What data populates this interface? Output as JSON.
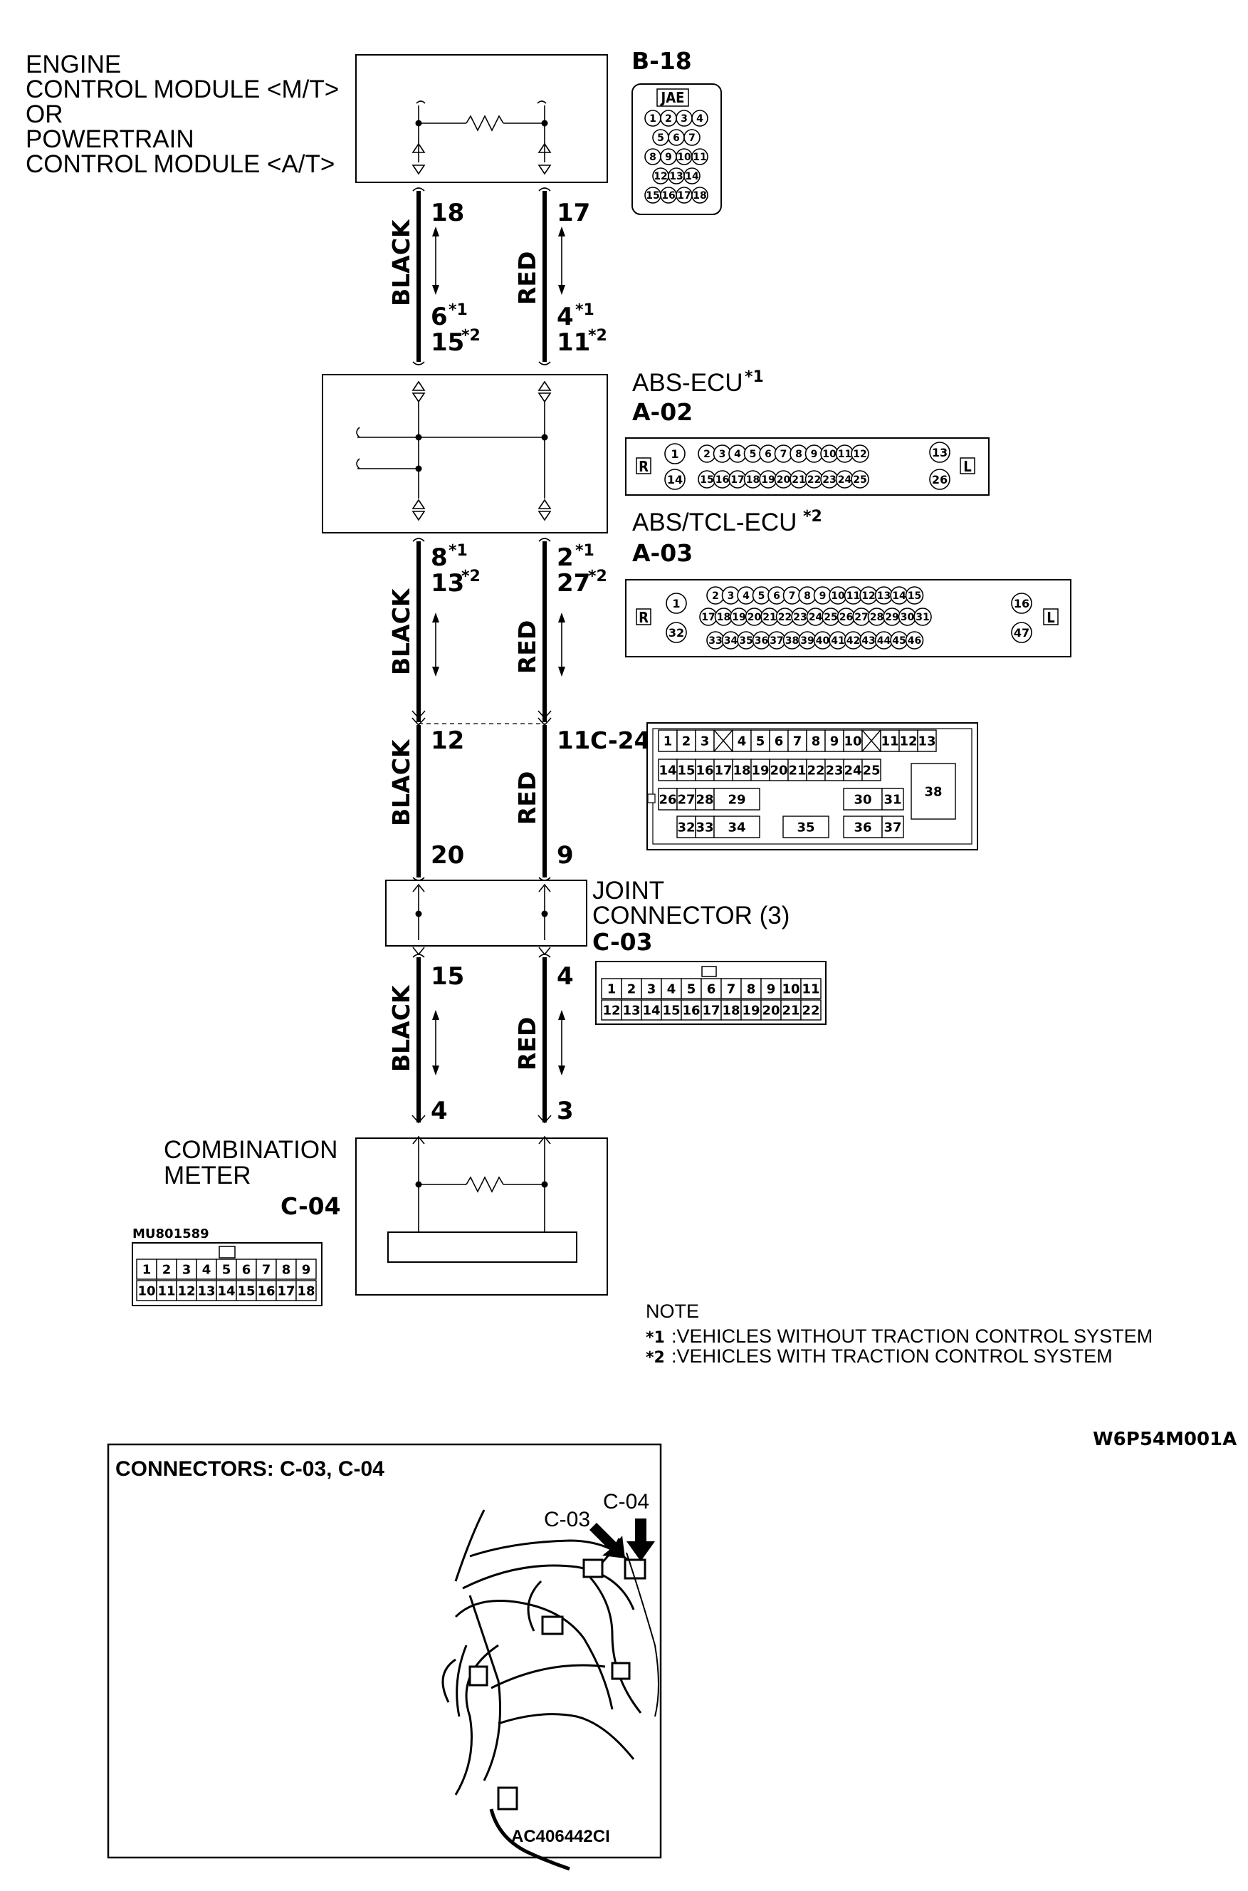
{
  "modules": {
    "ecm": {
      "label_lines": [
        "ENGINE",
        "CONTROL MODULE <M/T>",
        "OR",
        "POWERTRAIN",
        "CONTROL MODULE <A/T>"
      ],
      "connector": "B-18",
      "connector_brand": "JAE",
      "pin_rows": [
        [
          "1",
          "2",
          "3",
          "4"
        ],
        [
          "5",
          "6",
          "7"
        ],
        [
          "8",
          "9",
          "10",
          "11"
        ],
        [
          "12",
          "13",
          "14"
        ],
        [
          "15",
          "16",
          "17",
          "18"
        ]
      ]
    },
    "abs_ecu": {
      "label": "ABS-ECU",
      "label_note": "*1",
      "connector": "A-02",
      "pins_top": [
        "1",
        "2",
        "3",
        "4",
        "5",
        "6",
        "7",
        "8",
        "9",
        "10",
        "11",
        "12",
        "13"
      ],
      "pins_bottom": [
        "14",
        "15",
        "16",
        "17",
        "18",
        "19",
        "20",
        "21",
        "22",
        "23",
        "24",
        "25",
        "26"
      ],
      "marker_left": "R",
      "marker_right": "L"
    },
    "abs_tcl_ecu": {
      "label": "ABS/TCL-ECU",
      "label_note": "*2",
      "connector": "A-03",
      "pins_row1": [
        "2",
        "3",
        "4",
        "5",
        "6",
        "7",
        "8",
        "9",
        "10",
        "11",
        "12",
        "13",
        "14",
        "15"
      ],
      "pins_row2": [
        "17",
        "18",
        "19",
        "20",
        "21",
        "22",
        "23",
        "24",
        "25",
        "26",
        "27",
        "28",
        "29",
        "30",
        "31"
      ],
      "pins_row3": [
        "33",
        "34",
        "35",
        "36",
        "37",
        "38",
        "39",
        "40",
        "41",
        "42",
        "43",
        "44",
        "45",
        "46"
      ],
      "pins_left": [
        "1",
        "32"
      ],
      "pins_right": [
        "16",
        "47"
      ],
      "marker_left": "R",
      "marker_right": "L"
    },
    "c24": {
      "connector": "C-24",
      "row1": [
        "1",
        "2",
        "3",
        "4",
        "5",
        "6",
        "7",
        "8",
        "9",
        "10",
        "11",
        "12",
        "13"
      ],
      "row2": [
        "14",
        "15",
        "16",
        "17",
        "18",
        "19",
        "20",
        "21",
        "22",
        "23",
        "24",
        "25"
      ],
      "row3": [
        "26",
        "27",
        "28",
        "29",
        "30",
        "31"
      ],
      "row4": [
        "32",
        "33",
        "34",
        "35",
        "36",
        "37"
      ],
      "big_pin": "38"
    },
    "joint": {
      "label_lines": [
        "JOINT",
        "CONNECTOR (3)"
      ],
      "connector": "C-03",
      "row1": [
        "1",
        "2",
        "3",
        "4",
        "5",
        "6",
        "7",
        "8",
        "9",
        "10",
        "11"
      ],
      "row2": [
        "12",
        "13",
        "14",
        "15",
        "16",
        "17",
        "18",
        "19",
        "20",
        "21",
        "22"
      ]
    },
    "meter": {
      "label_lines": [
        "COMBINATION",
        "METER"
      ],
      "connector": "C-04",
      "part_no": "MU801589",
      "row1": [
        "1",
        "2",
        "3",
        "4",
        "5",
        "6",
        "7",
        "8",
        "9"
      ],
      "row2": [
        "10",
        "11",
        "12",
        "13",
        "14",
        "15",
        "16",
        "17",
        "18"
      ]
    }
  },
  "wires": {
    "left": {
      "color_label": "BLACK",
      "pins": {
        "ecm": "18",
        "abs_in": "6",
        "abs_in_note": "*1",
        "abs_in_alt": "15",
        "abs_in_alt_note": "*2",
        "abs_out": "8",
        "abs_out_note": "*1",
        "abs_out_alt": "13",
        "abs_out_alt_note": "*2",
        "c24_top": "12",
        "c24_bot": "20",
        "joint_out": "15",
        "meter": "4"
      }
    },
    "right": {
      "color_label": "RED",
      "pins": {
        "ecm": "17",
        "abs_in": "4",
        "abs_in_note": "*1",
        "abs_in_alt": "11",
        "abs_in_alt_note": "*2",
        "abs_out": "2",
        "abs_out_note": "*1",
        "abs_out_alt": "27",
        "abs_out_alt_note": "*2",
        "c24_top": "11",
        "c24_bot": "9",
        "joint_out": "4",
        "meter": "3"
      }
    }
  },
  "note": {
    "title": "NOTE",
    "items": [
      {
        "mark": "*1",
        "text": ":VEHICLES WITHOUT TRACTION CONTROL SYSTEM"
      },
      {
        "mark": "*2",
        "text": ":VEHICLES WITH TRACTION CONTROL SYSTEM"
      }
    ]
  },
  "figure_id": "W6P54M001A",
  "inset": {
    "title": "CONNECTORS: C-03, C-04",
    "callouts": [
      "C-03",
      "C-04"
    ],
    "image_id": "AC406442CI"
  }
}
